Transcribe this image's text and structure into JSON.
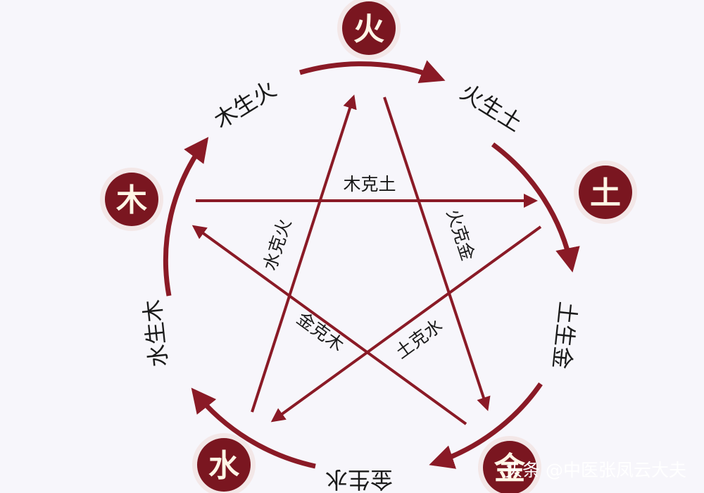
{
  "colors": {
    "accent": "#8a1a26",
    "node_fill": "#7a1620",
    "node_ring": "#f3e7e7",
    "background": "#f7f6fb"
  },
  "elements": {
    "fire": "火",
    "earth": "土",
    "metal": "金",
    "water": "水",
    "wood": "木"
  },
  "generating": {
    "wood_fire": "木生火",
    "fire_earth": "火生土",
    "earth_metal": "土生金",
    "metal_water": "金生水",
    "water_wood": "水生木"
  },
  "overcoming": {
    "wood_earth": "木克土",
    "water_fire": "水克火",
    "fire_metal": "火克金",
    "metal_wood": "金克木",
    "earth_water": "土克水"
  },
  "watermark": "头条 @中医张凤云大夫"
}
